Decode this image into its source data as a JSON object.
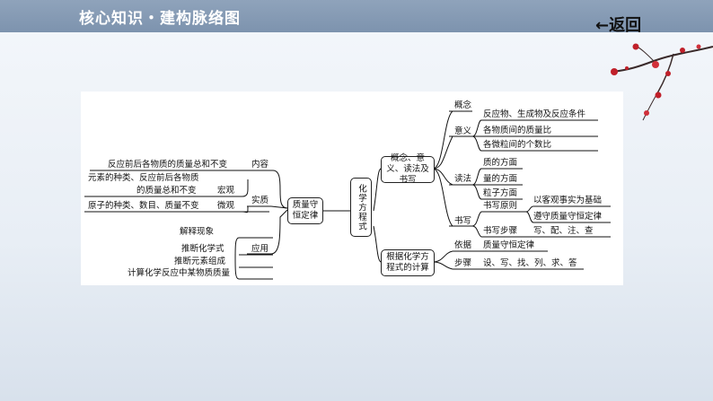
{
  "header": {
    "title": "核心知识・建构脉络图",
    "back_label": "←返回"
  },
  "decoration": {
    "icon": "plum-blossom-branch"
  },
  "map": {
    "center_left": "质量守恒定律",
    "center_main": "化学方程式",
    "left": {
      "content_label": "内容",
      "content_text": "反应前后各物质的质量总和不变",
      "essence_label": "实质",
      "macro_label": "宏观",
      "macro_text_1": "元素的种类、反应前后各物质",
      "macro_text_2": "的质量总和不变",
      "micro_label": "微观",
      "micro_text": "原子的种类、数目、质量不变",
      "application_label": "应用",
      "applications": [
        "解释现象",
        "推断化学式",
        "推断元素组成",
        "计算化学反应中某物质质量"
      ]
    },
    "right": {
      "branch_top": "概念、意义、读法及书写",
      "concept_label": "概念",
      "meaning_label": "意义",
      "meanings": [
        "反应物、生成物及反应条件",
        "各物质间的质量比",
        "各微粒间的个数比"
      ],
      "reading_label": "读法",
      "readings": [
        "质的方面",
        "量的方面",
        "粒子方面"
      ],
      "writing_label": "书写",
      "principle_label": "书写原则",
      "principles": [
        "以客观事实为基础",
        "遵守质量守恒定律"
      ],
      "steps_label": "书写步骤",
      "steps_text": "写、配、注、查",
      "branch_bottom": "根据化学方程式的计算",
      "basis_label": "依据",
      "basis_text": "质量守恒定律",
      "procedure_label": "步骤",
      "procedure_text": "设、写、找、列、求、答"
    }
  }
}
